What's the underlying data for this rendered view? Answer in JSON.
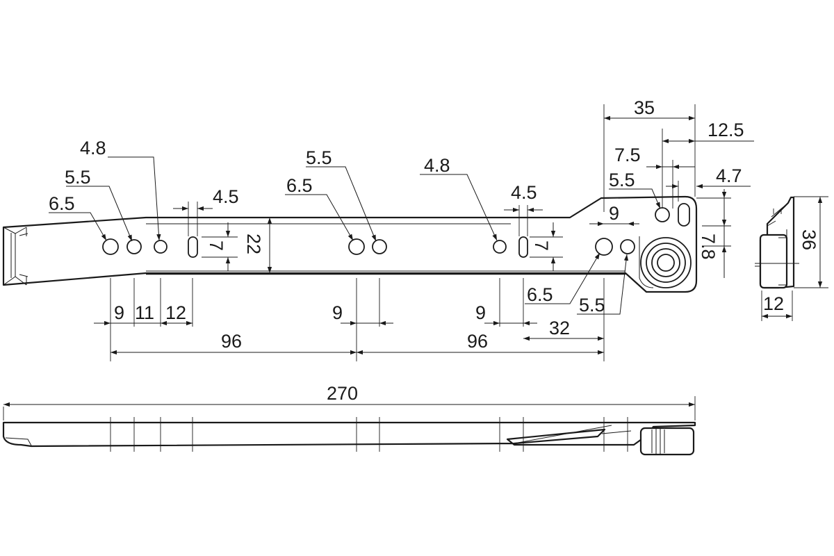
{
  "labels": {
    "hole_d_4_8_left": "4.8",
    "hole_d_5_5_left": "5.5",
    "hole_d_6_5_left": "6.5",
    "slot_4_5_left": "4.5",
    "slot_7_left": "7",
    "height_22": "22",
    "hole_d_5_5_mid": "5.5",
    "hole_d_6_5_mid": "6.5",
    "hole_d_4_8_right": "4.8",
    "slot_4_5_right": "4.5",
    "slot_7_right": "7",
    "dim_35": "35",
    "dim_12_5": "12.5",
    "dim_7_5": "7.5",
    "dim_4_7": "4.7",
    "hole_d_5_5_bracket": "5.5",
    "dim_9_bracket": "9",
    "dim_7_8": "7.8",
    "hole_d_6_5_bracket": "6.5",
    "hole_d_5_5_bracket_low": "5.5",
    "dim_9_left": "9",
    "dim_11_left": "11",
    "dim_12_left": "12",
    "dim_9_mid": "9",
    "dim_9_right": "9",
    "dim_32": "32",
    "dim_96_left": "96",
    "dim_96_right": "96",
    "dim_270": "270",
    "dim_36": "36",
    "dim_12_side": "12"
  }
}
